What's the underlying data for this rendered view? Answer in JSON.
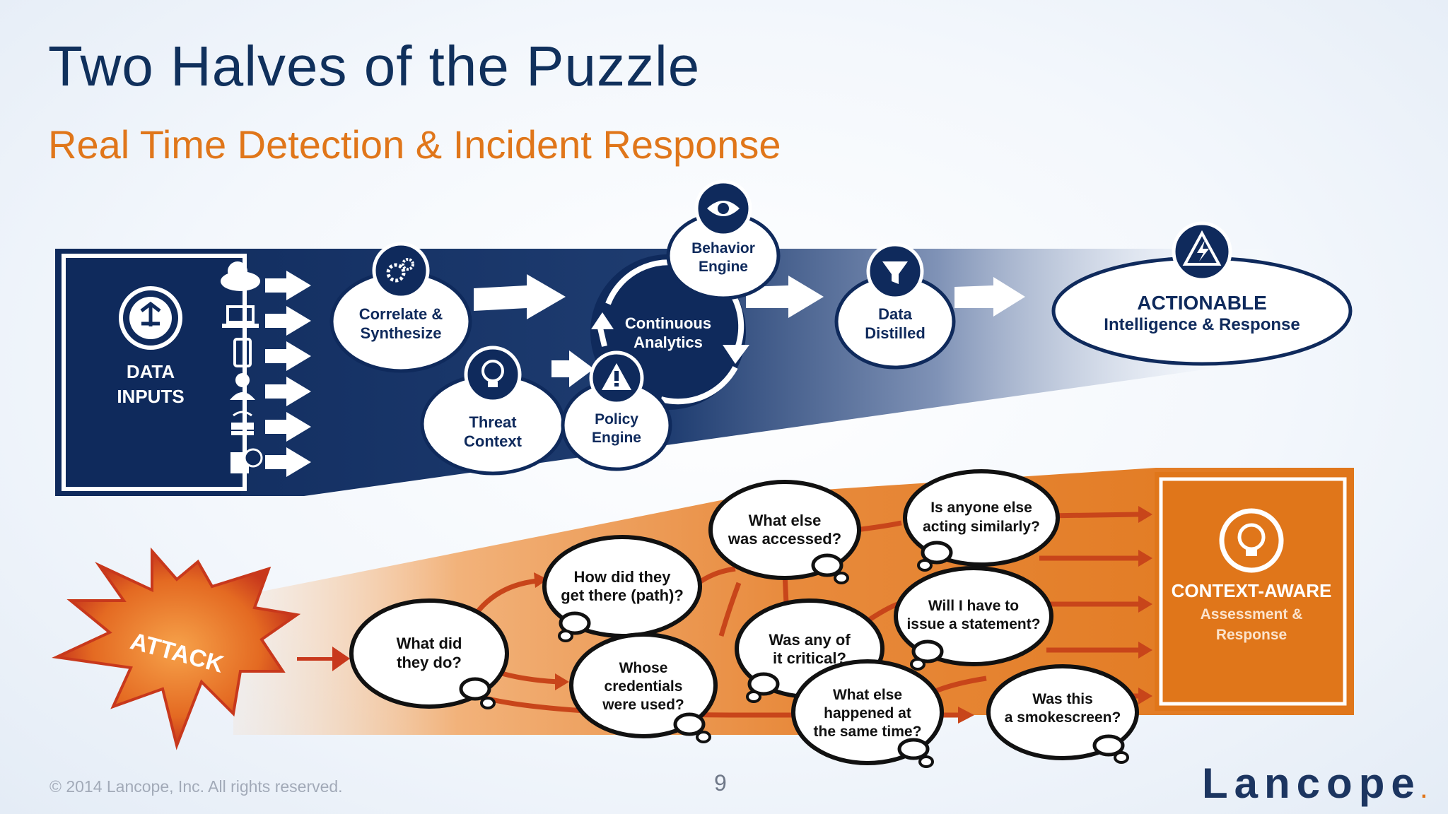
{
  "slide": {
    "title": "Two Halves of the Puzzle",
    "subtitle": "Real Time Detection & Incident Response",
    "copyright": "© 2014 Lancope, Inc. All rights reserved.",
    "page_number": "9",
    "logo_text": "Lancope",
    "logo_mark": "."
  },
  "colors": {
    "navy": "#0f2a5c",
    "orange": "#e0761a",
    "title": "#10305c",
    "attack_red": "#c8381c"
  },
  "top_flow": {
    "data_inputs": {
      "line1": "DATA",
      "line2": "INPUTS",
      "icon": "data-inputs-icon",
      "source_icons": [
        "cloud-icon",
        "laptop-icon",
        "mobile-icon",
        "user-icon",
        "wifi-device-icon",
        "firewall-icon"
      ]
    },
    "correlate": {
      "line1": "Correlate &",
      "line2": "Synthesize",
      "icon": "gears-icon"
    },
    "threat": {
      "line1": "Threat",
      "line2": "Context",
      "icon": "lightbulb-icon"
    },
    "policy": {
      "line1": "Policy",
      "line2": "Engine",
      "icon": "warning-icon"
    },
    "continuous": {
      "line1": "Continuous",
      "line2": "Analytics"
    },
    "behavior": {
      "line1": "Behavior",
      "line2": "Engine",
      "icon": "eye-icon"
    },
    "distilled": {
      "line1": "Data",
      "line2": "Distilled",
      "icon": "filter-icon"
    },
    "actionable": {
      "line1": "ACTIONABLE",
      "line2": "Intelligence & Response",
      "icon": "bolt-icon"
    }
  },
  "bottom_flow": {
    "attack": "ATTACK",
    "questions": {
      "q1": [
        "What did",
        "they do?"
      ],
      "q2": [
        "How did they",
        "get there (path)?"
      ],
      "q3": [
        "Whose",
        "credentials",
        "were used?"
      ],
      "q4": [
        "What else",
        "was accessed?"
      ],
      "q5": [
        "Was any of",
        "it critical?"
      ],
      "q6": [
        "What else",
        "happened at",
        "the same time?"
      ],
      "q7": [
        "Is anyone else",
        "acting similarly?"
      ],
      "q8": [
        "Will I have to",
        "issue a statement?"
      ],
      "q9": [
        "Was this",
        "a smokescreen?"
      ]
    },
    "context_aware": {
      "line1": "CONTEXT-AWARE",
      "line2": "Assessment &",
      "line3": "Response",
      "icon": "lightbulb-icon"
    }
  }
}
